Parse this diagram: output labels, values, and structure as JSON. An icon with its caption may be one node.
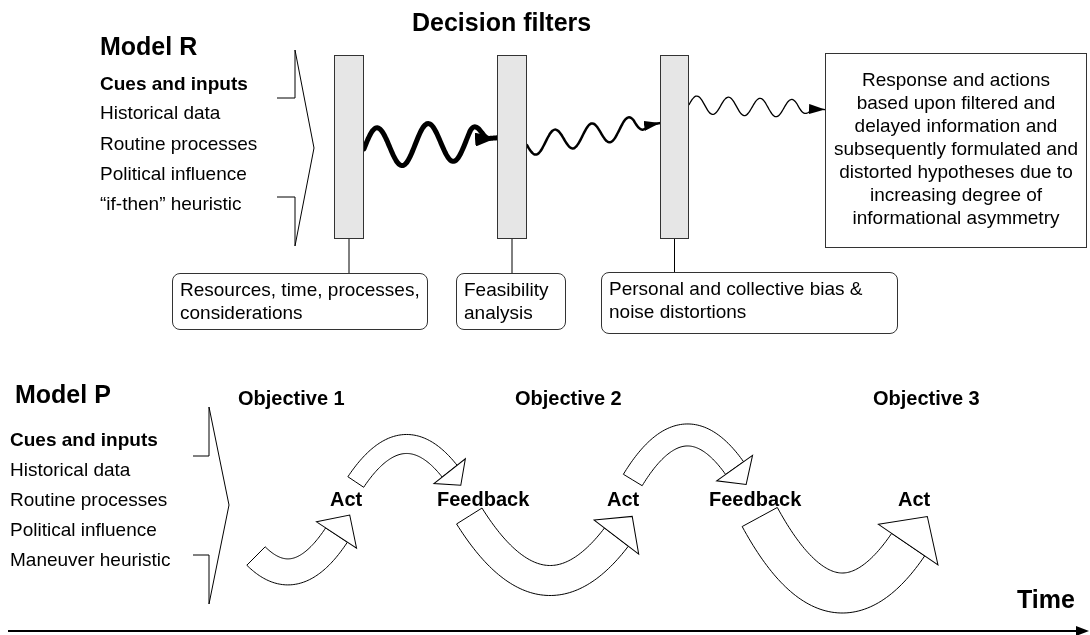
{
  "diagram": {
    "nodes": [
      {
        "text": [],
        "shape": "bar"
      },
      {
        "text": [],
        "shape": "bar"
      },
      {
        "text": [],
        "shape": "bar"
      },
      {
        "text": [
          "Response and actions based upon filtered and delayed information and subsequently formulated and distorted hypotheses due to increasing degree of informational asymmetry"
        ]
      },
      {
        "text": [
          "Resources, time, processes, considerations"
        ]
      },
      {
        "text": [
          "Feasibility analysis"
        ]
      },
      {
        "text": [
          "Personal and collective bias & noise distortions"
        ]
      },
      {
        "text": [
          "Act"
        ]
      },
      {
        "text": [
          "Feedback"
        ]
      },
      {
        "text": [
          "Act"
        ]
      },
      {
        "text": [
          "Feedback"
        ]
      },
      {
        "text": [
          "Act"
        ]
      }
    ],
    "edges": [
      {
        "from": 0,
        "to": 1,
        "arrow": "to",
        "style": "thick"
      },
      {
        "from": 1,
        "to": 2,
        "arrow": "to"
      },
      {
        "from": 2,
        "to": 3,
        "arrow": "to"
      },
      {
        "from": 0,
        "to": 4,
        "arrow": "none"
      },
      {
        "from": 1,
        "to": 5,
        "arrow": "none"
      },
      {
        "from": 2,
        "to": 6,
        "arrow": "none"
      },
      {
        "from": null,
        "to": 7,
        "arrow": "to"
      },
      {
        "from": 7,
        "to": 8,
        "arrow": "to"
      },
      {
        "from": 8,
        "to": 9,
        "arrow": "to"
      },
      {
        "from": 9,
        "to": 10,
        "arrow": "to"
      },
      {
        "from": 10,
        "to": 11,
        "arrow": "to"
      }
    ],
    "labels": [
      "Decision filters",
      "Model R",
      "Cues and inputs",
      "Historical data",
      "Routine processes",
      "Political influence",
      "“if-then” heuristic",
      "Model P",
      "Objective 1",
      "Objective 2",
      "Objective 3",
      "Cues and inputs",
      "Historical data",
      "Routine processes",
      "Political influence",
      "Maneuver heuristic",
      "Time"
    ]
  }
}
